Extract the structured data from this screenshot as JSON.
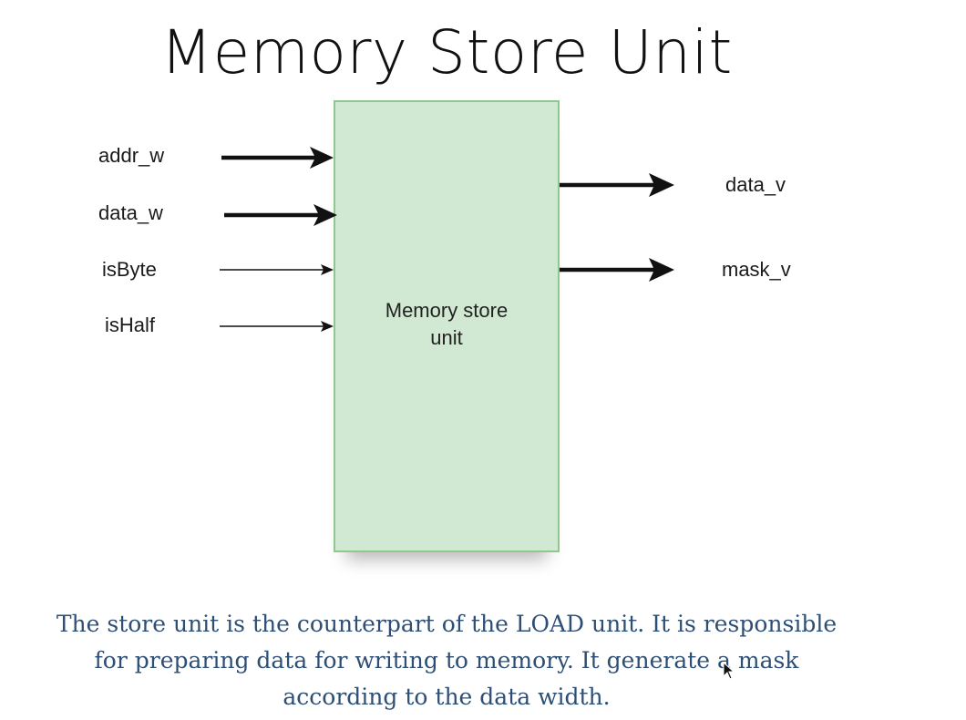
{
  "title": "Memory Store Unit",
  "block": {
    "label": "Memory store\nunit",
    "fill": "#d1e8d2",
    "border": "#8fc88f"
  },
  "inputs": [
    {
      "name": "addr_w",
      "weight": "bold"
    },
    {
      "name": "data_w",
      "weight": "bold"
    },
    {
      "name": "isByte",
      "weight": "thin"
    },
    {
      "name": "isHalf",
      "weight": "thin"
    }
  ],
  "outputs": [
    {
      "name": "data_v",
      "weight": "bold"
    },
    {
      "name": "mask_v",
      "weight": "bold"
    }
  ],
  "caption": "The store unit is the counterpart of the LOAD unit. It is responsible for preparing data for writing to memory. It generate a mask according to the data width.",
  "colors": {
    "caption": "#2e4f75",
    "arrow": "#111111"
  }
}
